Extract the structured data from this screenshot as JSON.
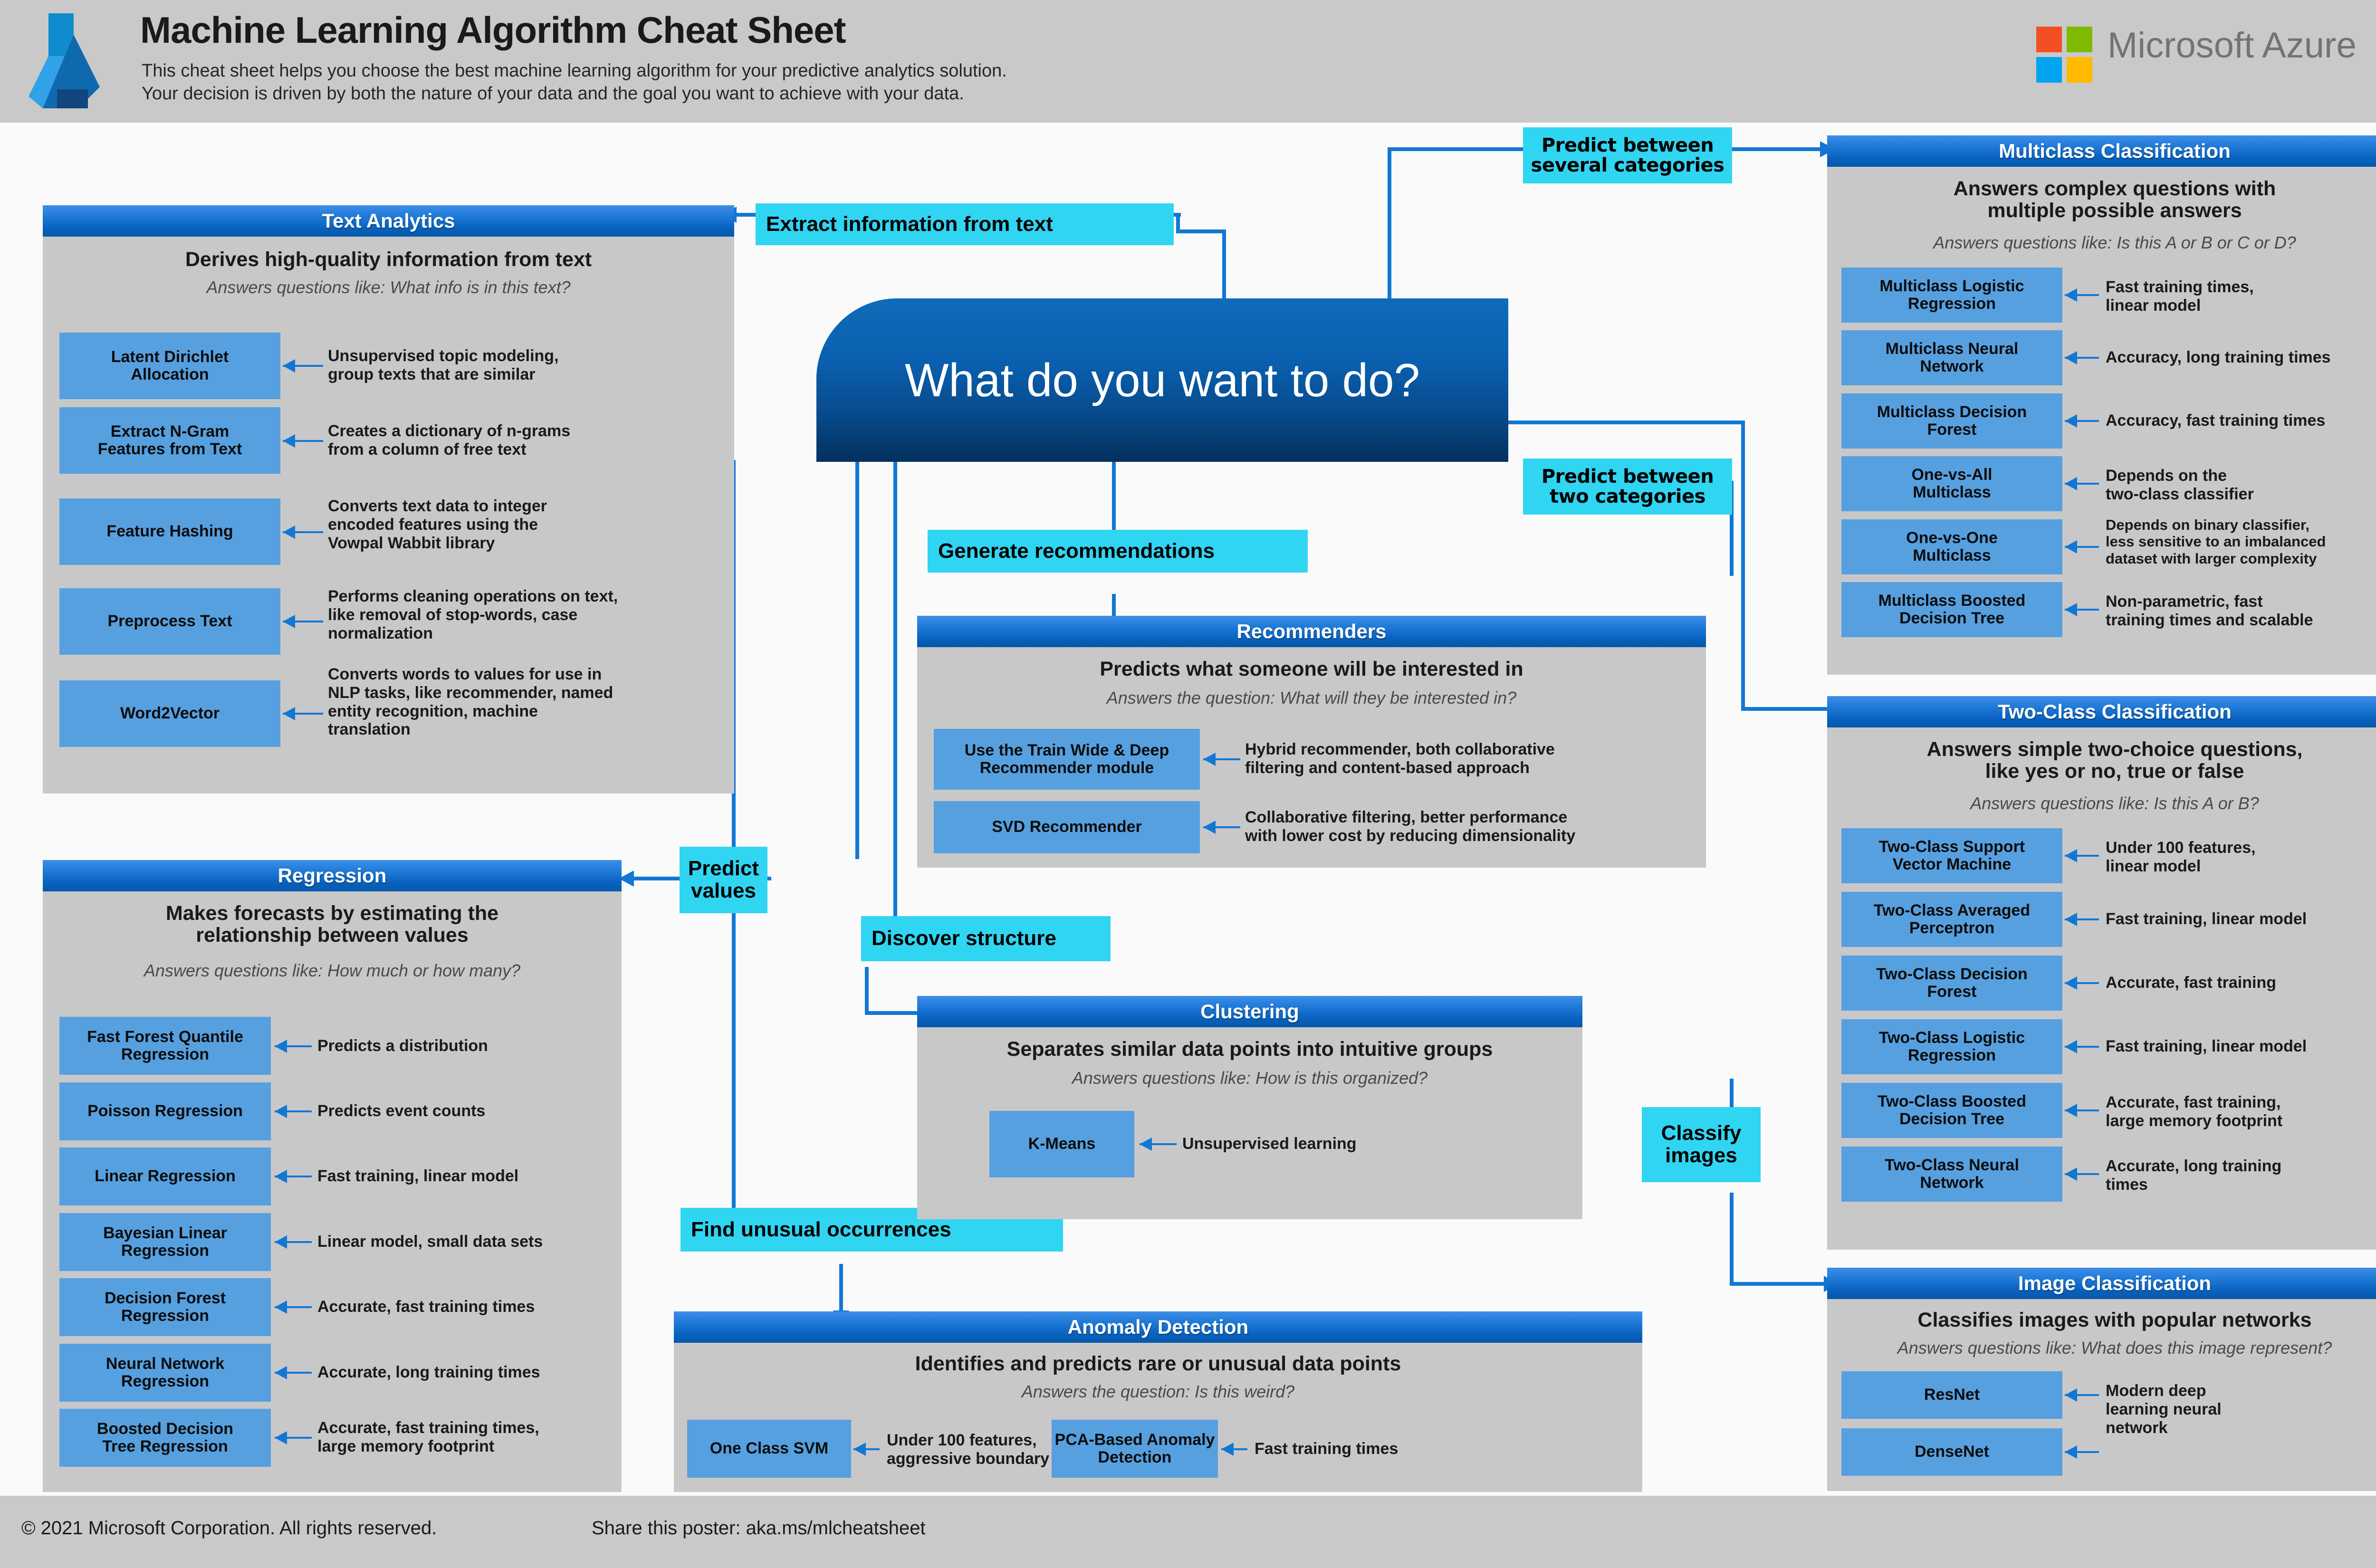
{
  "header": {
    "title": "Machine Learning Algorithm Cheat Sheet",
    "subtitle_line1": "This cheat sheet helps you choose the best machine learning algorithm for your predictive analytics solution.",
    "subtitle_line2": "Your decision is driven by both the nature of your data and the goal you want to achieve with your data.",
    "brand": "Microsoft Azure"
  },
  "hub": {
    "label": "What do you want to do?"
  },
  "decisions": {
    "extract_text": "Extract information from text",
    "predict_several": "Predict between\nseveral categories",
    "predict_two": "Predict between\ntwo categories",
    "generate_recommendations": "Generate recommendations",
    "predict_values": "Predict\nvalues",
    "discover_structure": "Discover structure",
    "find_unusual": "Find unusual occurrences",
    "classify_images": "Classify\nimages"
  },
  "panels": {
    "text_analytics": {
      "title": "Text Analytics",
      "description": "Derives high-quality information from text",
      "question": "Answers questions like: What info is in this text?",
      "items": [
        {
          "algo": "Latent Dirichlet\nAllocation",
          "note": "Unsupervised topic modeling,\ngroup texts that are similar"
        },
        {
          "algo": "Extract N-Gram\nFeatures from Text",
          "note": "Creates a dictionary of n-grams\nfrom a column of free text"
        },
        {
          "algo": "Feature Hashing",
          "note": "Converts text data to integer\nencoded features using the\nVowpal Wabbit library"
        },
        {
          "algo": "Preprocess Text",
          "note": "Performs cleaning operations on text,\nlike removal of stop-words, case\nnormalization"
        },
        {
          "algo": "Word2Vector",
          "note": "Converts words to values for use in\nNLP tasks, like recommender, named\nentity recognition, machine\ntranslation"
        }
      ]
    },
    "regression": {
      "title": "Regression",
      "description": "Makes forecasts by estimating the\nrelationship between values",
      "question": "Answers questions like: How much or how many?",
      "items": [
        {
          "algo": "Fast Forest Quantile\nRegression",
          "note": "Predicts a distribution"
        },
        {
          "algo": "Poisson Regression",
          "note": "Predicts event counts"
        },
        {
          "algo": "Linear Regression",
          "note": "Fast training, linear model"
        },
        {
          "algo": "Bayesian Linear\nRegression",
          "note": "Linear model, small data sets"
        },
        {
          "algo": "Decision Forest\nRegression",
          "note": "Accurate, fast training times"
        },
        {
          "algo": "Neural Network\nRegression",
          "note": "Accurate, long training times"
        },
        {
          "algo": "Boosted Decision\nTree Regression",
          "note": "Accurate, fast training times,\nlarge memory footprint"
        }
      ]
    },
    "recommenders": {
      "title": "Recommenders",
      "description": "Predicts what someone will be interested in",
      "question": "Answers the question: What will they be interested in?",
      "items": [
        {
          "algo": "Use the Train Wide & Deep\nRecommender module",
          "note": "Hybrid recommender, both collaborative\nfiltering and content-based approach"
        },
        {
          "algo": "SVD Recommender",
          "note": "Collaborative filtering, better performance\nwith lower cost by reducing dimensionality"
        }
      ]
    },
    "clustering": {
      "title": "Clustering",
      "description": "Separates similar data points into intuitive groups",
      "question": "Answers questions like: How is this organized?",
      "items": [
        {
          "algo": "K-Means",
          "note": "Unsupervised learning"
        }
      ]
    },
    "anomaly_detection": {
      "title": "Anomaly Detection",
      "description": "Identifies and predicts rare or unusual data points",
      "question": "Answers the question: Is this weird?",
      "items": [
        {
          "algo": "One Class SVM",
          "note": "Under 100 features,\naggressive boundary"
        },
        {
          "algo": "PCA-Based Anomaly\nDetection",
          "note": "Fast training times"
        }
      ]
    },
    "multiclass_classification": {
      "title": "Multiclass Classification",
      "description": "Answers complex questions with\nmultiple possible answers",
      "question": "Answers questions like: Is this A or B or C or D?",
      "items": [
        {
          "algo": "Multiclass Logistic\nRegression",
          "note": "Fast training times,\nlinear model"
        },
        {
          "algo": "Multiclass Neural\nNetwork",
          "note": "Accuracy, long training times"
        },
        {
          "algo": "Multiclass Decision\nForest",
          "note": "Accuracy, fast training times"
        },
        {
          "algo": "One-vs-All\nMulticlass",
          "note": "Depends on the\ntwo-class classifier"
        },
        {
          "algo": "One-vs-One\nMulticlass",
          "note": "Depends on binary classifier,\nless sensitive to an imbalanced\ndataset with larger complexity"
        },
        {
          "algo": "Multiclass Boosted\nDecision Tree",
          "note": "Non-parametric, fast\ntraining times and scalable"
        }
      ]
    },
    "two_class_classification": {
      "title": "Two-Class Classification",
      "description": "Answers simple two-choice questions,\nlike yes or no, true or false",
      "question": "Answers questions like: Is this A or B?",
      "items": [
        {
          "algo": "Two-Class Support\nVector Machine",
          "note": "Under 100 features,\nlinear model"
        },
        {
          "algo": "Two-Class Averaged\nPerceptron",
          "note": "Fast training, linear model"
        },
        {
          "algo": "Two-Class Decision\nForest",
          "note": "Accurate, fast training"
        },
        {
          "algo": "Two-Class Logistic\nRegression",
          "note": "Fast training, linear model"
        },
        {
          "algo": "Two-Class Boosted\nDecision Tree",
          "note": "Accurate, fast training,\nlarge memory footprint"
        },
        {
          "algo": "Two-Class Neural\nNetwork",
          "note": "Accurate, long training\ntimes"
        }
      ]
    },
    "image_classification": {
      "title": "Image Classification",
      "description": "Classifies images with popular networks",
      "question": "Answers questions like: What does this image represent?",
      "items": [
        {
          "algo": "ResNet",
          "note": "Modern deep\nlearning neural\nnetwork"
        },
        {
          "algo": "DenseNet",
          "note": ""
        }
      ]
    }
  },
  "footer": {
    "copyright": "© 2021 Microsoft Corporation. All rights reserved.",
    "share": "Share this poster: aka.ms/mlcheatsheet"
  },
  "colors": {
    "header_band": "#c9c9c9",
    "panel_body": "#c8c8c8",
    "panel_header_blue": "#0b63c0",
    "chip_blue": "#56a0e0",
    "decision_cyan": "#30d5f2",
    "connector_blue": "#1277d4",
    "hub_blue": "#0a5fae"
  }
}
